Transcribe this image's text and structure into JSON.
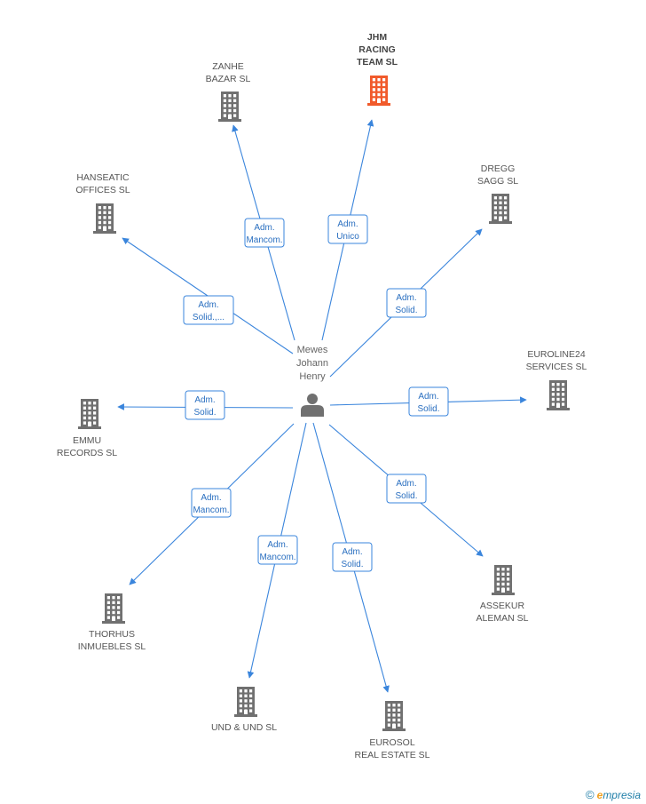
{
  "center": {
    "lines": [
      "Mewes",
      "Johann",
      "Henry"
    ]
  },
  "companies": [
    {
      "id": "zanhe",
      "lines": [
        "ZANHE",
        "BAZAR SL"
      ],
      "highlight": false,
      "role": [
        "Adm.",
        "Mancom."
      ]
    },
    {
      "id": "jhm",
      "lines": [
        "JHM",
        "RACING",
        "TEAM SL"
      ],
      "highlight": true,
      "role": [
        "Adm.",
        "Unico"
      ]
    },
    {
      "id": "hanseatic",
      "lines": [
        "HANSEATIC",
        "OFFICES  SL"
      ],
      "highlight": false,
      "role": [
        "Adm.",
        "Solid.,..."
      ]
    },
    {
      "id": "dregg",
      "lines": [
        "DREGG",
        "SAGG SL"
      ],
      "highlight": false,
      "role": [
        "Adm.",
        "Solid."
      ]
    },
    {
      "id": "euroline24",
      "lines": [
        "EUROLINE24",
        "SERVICES SL"
      ],
      "highlight": false,
      "role": [
        "Adm.",
        "Solid."
      ]
    },
    {
      "id": "emmu",
      "lines": [
        "EMMU",
        "RECORDS SL"
      ],
      "highlight": false,
      "role": [
        "Adm.",
        "Solid."
      ]
    },
    {
      "id": "assekur",
      "lines": [
        "ASSEKUR",
        "ALEMAN SL"
      ],
      "highlight": false,
      "role": [
        "Adm.",
        "Solid."
      ]
    },
    {
      "id": "thorhus",
      "lines": [
        "THORHUS",
        "INMUEBLES SL"
      ],
      "highlight": false,
      "role": [
        "Adm.",
        "Mancom."
      ]
    },
    {
      "id": "undundsl",
      "lines": [
        "UND & UND SL"
      ],
      "highlight": false,
      "role": [
        "Adm.",
        "Mancom."
      ]
    },
    {
      "id": "eurosol",
      "lines": [
        "EUROSOL",
        "REAL ESTATE SL"
      ],
      "highlight": false,
      "role": [
        "Adm.",
        "Solid."
      ]
    }
  ],
  "colors": {
    "building": "#707070",
    "building_highlight": "#f15a2b",
    "edge": "#3a85dc",
    "role_border": "#3a85dc",
    "role_text": "#2a6fc0",
    "person": "#707070"
  },
  "icons": {
    "company": "building-icon",
    "person": "person-icon"
  },
  "brand": {
    "copyright": "©",
    "e": "e",
    "name": "mpresia"
  }
}
